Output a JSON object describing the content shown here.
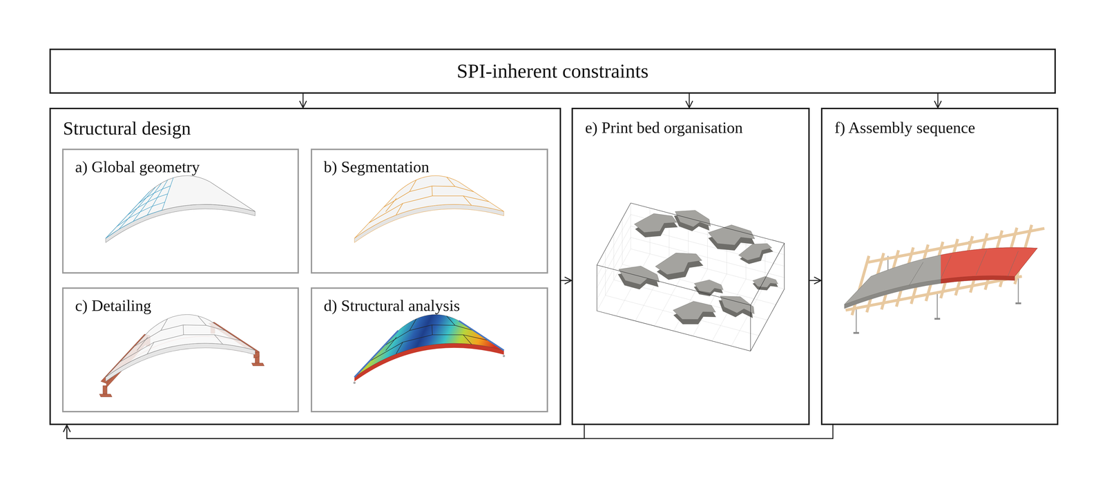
{
  "diagram": {
    "nodes": [
      {
        "text": [
          "SPI-inherent constraints"
        ]
      },
      {
        "text": [
          "Structural design"
        ]
      },
      {
        "text": [
          "a) Global geometry"
        ],
        "in": 1
      },
      {
        "text": [
          "b) Segmentation"
        ],
        "in": 1
      },
      {
        "text": [
          "c) Detailing"
        ],
        "in": 1
      },
      {
        "text": [
          "d) Structural analysis"
        ],
        "in": 1
      },
      {
        "text": [
          "e) Print bed organisation"
        ]
      },
      {
        "text": [
          "f) Assembly sequence"
        ]
      }
    ],
    "edges": [
      {
        "from": 0,
        "to": 1,
        "arrow": "to"
      },
      {
        "from": 0,
        "to": 6,
        "arrow": "to"
      },
      {
        "from": 0,
        "to": 7,
        "arrow": "to"
      },
      {
        "from": 1,
        "to": 6,
        "arrow": "to"
      },
      {
        "from": 6,
        "to": 7,
        "arrow": "to"
      },
      {
        "from": 6,
        "to": 1,
        "arrow": "to"
      },
      {
        "from": 7,
        "to": 1,
        "arrow": "to"
      }
    ]
  }
}
